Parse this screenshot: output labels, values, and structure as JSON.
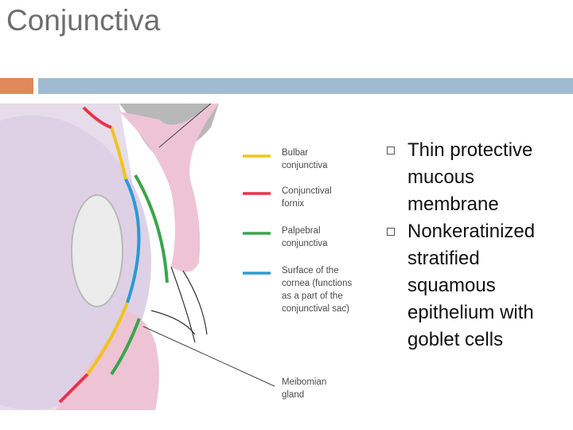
{
  "slide": {
    "title": "Conjunctiva",
    "bullets": [
      "Thin protective mucous membrane",
      "Nonkeratinized stratified squamous epithelium with goblet cells"
    ]
  },
  "figure": {
    "legend": [
      {
        "line1": "Bulbar",
        "line2": "conjunctiva",
        "line3": "",
        "line4": "",
        "color": "#f0c419"
      },
      {
        "line1": "Conjunctival",
        "line2": "fornix",
        "line3": "",
        "line4": "",
        "color": "#e8334a"
      },
      {
        "line1": "Palpebral",
        "line2": "conjunctiva",
        "line3": "",
        "line4": "",
        "color": "#3aa54a"
      },
      {
        "line1": "Surface of the",
        "line2": "cornea (functions",
        "line3": "as a part of the",
        "line4": "conjunctival sac)",
        "color": "#2a9ad6"
      },
      {
        "line1": "Meibomian",
        "line2": "gland",
        "line3": "",
        "line4": "",
        "color": ""
      }
    ]
  },
  "colors": {
    "title": "#6e6e6e",
    "rule_orange": "#e1895a",
    "rule_blue": "#9fbad1",
    "bulbar": "#f0c419",
    "fornix": "#e8334a",
    "palpebral": "#3aa54a",
    "cornea": "#2a9ad6"
  }
}
